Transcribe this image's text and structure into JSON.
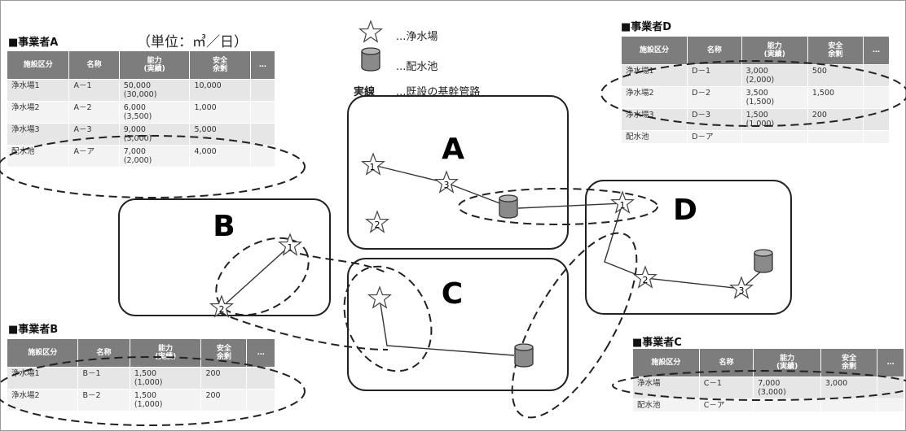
{
  "unit_note": "（単位：㎥／日）",
  "legend": {
    "plant": "...浄水場",
    "reservoir": "...配水池",
    "solid_line_key": "実線",
    "solid_line_desc": "...既設の基幹管路"
  },
  "headers": [
    "施設区分",
    "名称",
    "能力\n(実績)",
    "安全\n余剰",
    "…"
  ],
  "operators": {
    "A": {
      "title": "■事業者A",
      "rows": [
        {
          "type": "浄水場1",
          "name": "A－1",
          "capacity": "50,000",
          "actual": "(30,000)",
          "margin": "10,000"
        },
        {
          "type": "浄水場2",
          "name": "A－2",
          "capacity": "6,000",
          "actual": "(3,500)",
          "margin": "1,000"
        },
        {
          "type": "浄水場3",
          "name": "A－3",
          "capacity": "9,000",
          "actual": "(3,000)",
          "margin": "5,000"
        },
        {
          "type": "配水池",
          "name": "A－ア",
          "capacity": "7,000",
          "actual": "(2,000)",
          "margin": "4,000"
        }
      ]
    },
    "B": {
      "title": "■事業者B",
      "rows": [
        {
          "type": "浄水場1",
          "name": "B－1",
          "capacity": "1,500",
          "actual": "(1,000)",
          "margin": "200"
        },
        {
          "type": "浄水場2",
          "name": "B－2",
          "capacity": "1,500",
          "actual": "(1,000)",
          "margin": "200"
        }
      ]
    },
    "C": {
      "title": "■事業者C",
      "rows": [
        {
          "type": "浄水場",
          "name": "C－1",
          "capacity": "7,000",
          "actual": "(3,000)",
          "margin": "3,000"
        },
        {
          "type": "配水池",
          "name": "C－ア",
          "capacity": "",
          "actual": "",
          "margin": ""
        }
      ]
    },
    "D": {
      "title": "■事業者D",
      "rows": [
        {
          "type": "浄水場1",
          "name": "D－1",
          "capacity": "3,000",
          "actual": "(2,000)",
          "margin": "500"
        },
        {
          "type": "浄水場2",
          "name": "D－2",
          "capacity": "3,500",
          "actual": "(1,500)",
          "margin": "1,500"
        },
        {
          "type": "浄水場3",
          "name": "D－3",
          "capacity": "1,500",
          "actual": "(1,000)",
          "margin": "200"
        },
        {
          "type": "配水池",
          "name": "D－ア",
          "capacity": "",
          "actual": "",
          "margin": ""
        }
      ]
    }
  },
  "areas": {
    "A": "A",
    "B": "B",
    "C": "C",
    "D": "D"
  },
  "star_labels": {
    "A1": "1",
    "A2": "2",
    "A3": "3",
    "B1": "1",
    "B2": "2",
    "D1": "1",
    "D2": "2",
    "D3": "3"
  }
}
